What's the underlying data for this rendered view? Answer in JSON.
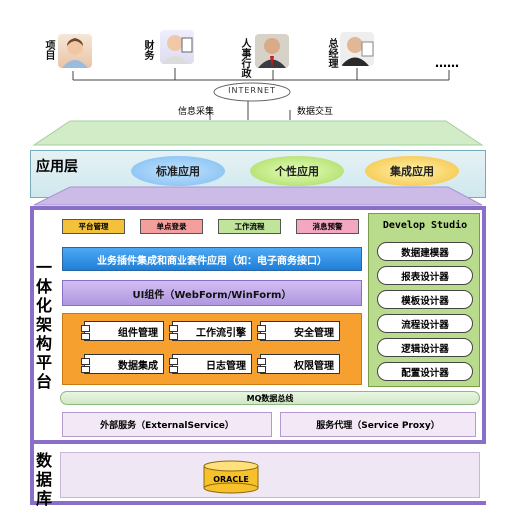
{
  "users": [
    {
      "label": "项目",
      "icon": "person-icon"
    },
    {
      "label": "财务",
      "icon": "person-icon"
    },
    {
      "label": "人事行政",
      "icon": "person-icon"
    },
    {
      "label": "总经理",
      "icon": "person-icon"
    }
  ],
  "more": "……",
  "internet": {
    "label": "INTERNET",
    "left": "信息采集",
    "right": "数据交互"
  },
  "app_layer": {
    "title": "应用层",
    "items": [
      "标准应用",
      "个性应用",
      "集成应用"
    ]
  },
  "platform": {
    "title": "一体化架构平台",
    "modules": [
      "平台管理",
      "单点登录",
      "工作流程",
      "消息预警"
    ],
    "business_bar": "业务插件集成和商业套件应用（如：电子商务接口）",
    "ui_bar": "UI组件（WebForm/WinForm）",
    "core": [
      "组件管理",
      "工作流引擎",
      "安全管理",
      "数据集成",
      "日志管理",
      "权限管理"
    ],
    "studio": {
      "title": "Develop Studio",
      "items": [
        "数据建模器",
        "报表设计器",
        "模板设计器",
        "流程设计器",
        "逻辑设计器",
        "配置设计器"
      ]
    },
    "mq_bar": "MQ数据总线",
    "external": "外部服务（ExternalService）",
    "proxy": "服务代理（Service Proxy）"
  },
  "db_layer": {
    "title": "数据库",
    "db": "ORACLE"
  },
  "colors": {
    "purple": "#8a6fc8",
    "orange": "#f6a030",
    "blue_bar": "#2d8fe8",
    "lavender": "#bfa6ec",
    "green_panel": "#b9dc8c"
  }
}
